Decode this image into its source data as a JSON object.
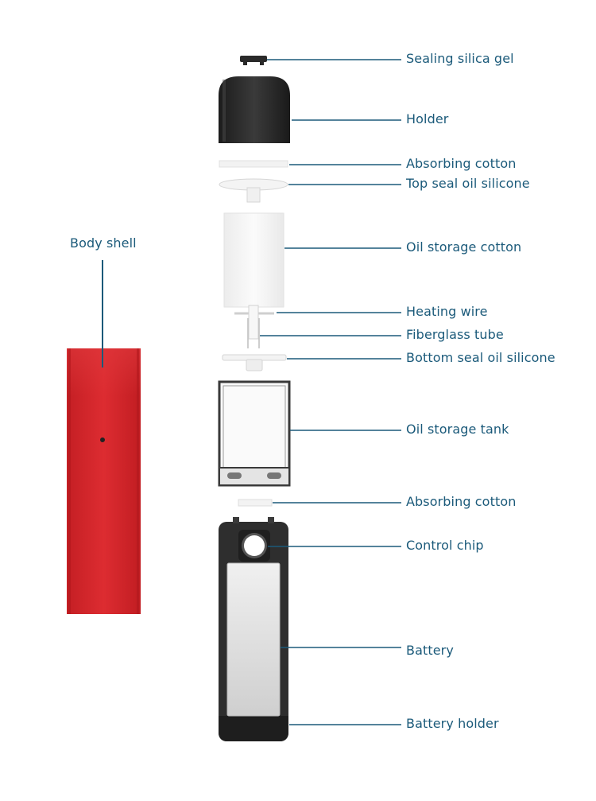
{
  "labels": {
    "body_shell": "Body shell",
    "sealing_silica_gel": "Sealing silica gel",
    "holder": "Holder",
    "absorbing_cotton_top": "Absorbing cotton",
    "top_seal_oil_silicone": "Top seal oil silicone",
    "oil_storage_cotton": "Oil storage cotton",
    "heating_wire": "Heating wire",
    "fiberglass_tube": "Fiberglass tube",
    "bottom_seal_oil_silicone": "Bottom seal oil silicone",
    "oil_storage_tank": "Oil storage tank",
    "absorbing_cotton_bottom": "Absorbing cotton",
    "control_chip": "Control chip",
    "battery": "Battery",
    "battery_holder": "Battery holder"
  },
  "colors": {
    "label_text": "#1b5a7a",
    "leader_line": "#1b5a7a",
    "body_shell": "#d6262b",
    "dark_part": "#2a2a2a",
    "white_part": "#f5f5f5",
    "battery": "#dcdcdc"
  }
}
